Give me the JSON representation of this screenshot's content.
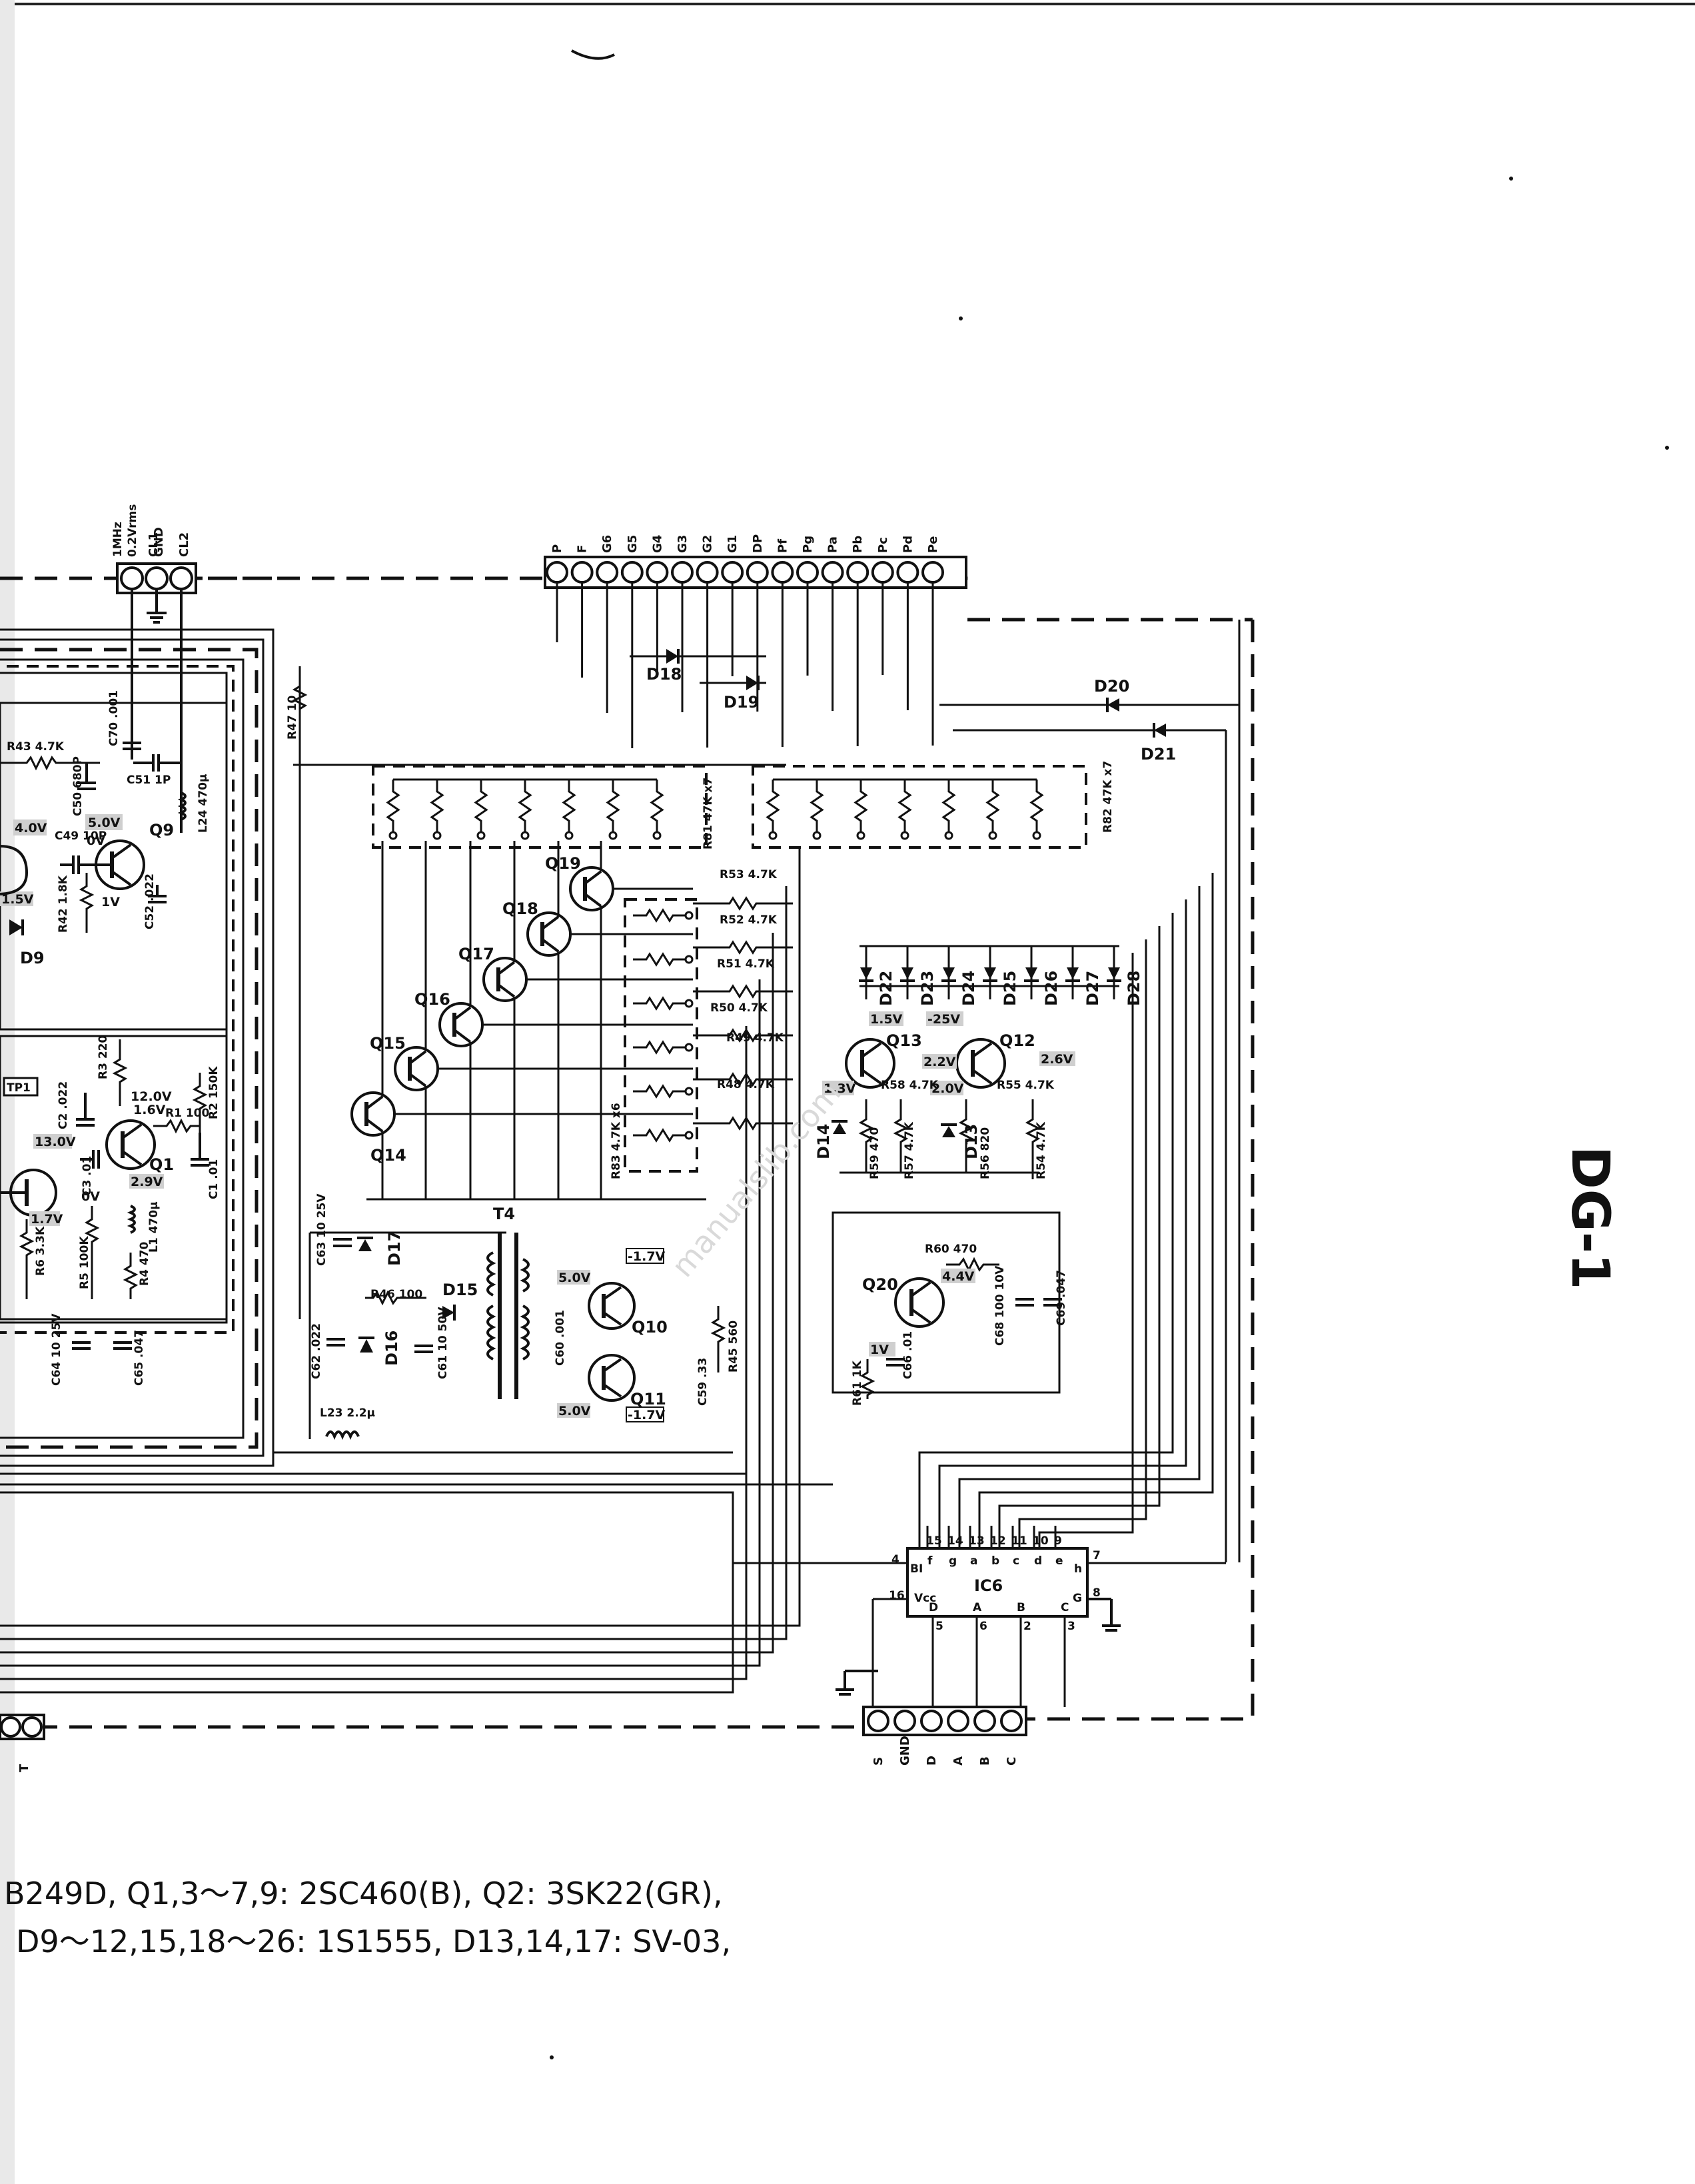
{
  "board_label": "DG-1",
  "top_connector": {
    "header": [
      "1MHz",
      "0.2Vrms"
    ],
    "pins": [
      "CL1",
      "GND",
      "CL2"
    ]
  },
  "display_connector": {
    "pins": [
      "P",
      "F",
      "G6",
      "G5",
      "G4",
      "G3",
      "G2",
      "G1",
      "DP",
      "Pf",
      "Pg",
      "Pa",
      "Pb",
      "Pc",
      "Pd",
      "Pe"
    ]
  },
  "bottom_connector": {
    "pins": [
      "S",
      "GND",
      "D",
      "A",
      "B",
      "C"
    ]
  },
  "left_connector": {
    "pins": [
      "T"
    ]
  },
  "ic": {
    "ref": "IC6",
    "top_pins": [
      "15",
      "14",
      "13",
      "12",
      "11",
      "10",
      "9"
    ],
    "top_labels": [
      "f",
      "g",
      "a",
      "b",
      "c",
      "d",
      "e"
    ],
    "bottom_pins": [
      "5",
      "6",
      "2",
      "3"
    ],
    "bottom_labels": [
      "D",
      "A",
      "B",
      "C"
    ],
    "side": {
      "bi_num": "4",
      "bi": "BI",
      "vcc_num": "16",
      "vcc": "Vcc",
      "h_num": "7",
      "h": "h",
      "g_num": "8",
      "g": "G"
    }
  },
  "transistors": [
    "Q9",
    "Q1",
    "Q14",
    "Q15",
    "Q16",
    "Q17",
    "Q18",
    "Q19",
    "Q13",
    "Q12",
    "Q20",
    "Q10",
    "Q11"
  ],
  "diodes": [
    "D9",
    "D18",
    "D19",
    "D20",
    "D21",
    "D22",
    "D23",
    "D24",
    "D25",
    "D26",
    "D27",
    "D28",
    "D14",
    "D13",
    "D17",
    "D15",
    "D16"
  ],
  "components": {
    "r43": "R43  4.7K",
    "c70": "C70 .001",
    "c51": "C51  1P",
    "c50": "C50 680P",
    "c49": "C49 10P",
    "r42": "R42 1.8K",
    "c52": "C52 .022",
    "l24": "L24 470µ",
    "r47": "R47 10",
    "r3": "R3 220",
    "c2": "C2 .022",
    "r1": "R1 100",
    "r2": "R2 150K",
    "c3": "C3 .01",
    "c1": "C1 .01",
    "r5": "R5 100K",
    "r6": "R6 3.3K",
    "l1": "L1 470µ",
    "r4": "R4 470",
    "c64": "C64 10 25V",
    "c65": "C65 .047",
    "r81": "R81 47K x7",
    "r82": "R82 47K x7",
    "r53": "R53  4.7K",
    "r52": "R52  4.7K",
    "r51": "R51  4.7K",
    "r50": "R50  4.7K",
    "r49": "R49 4.7K",
    "r48": "R48 4.7K",
    "r83": "R83 4.7K x6",
    "r58": "R58 4.7K",
    "r55": "R55 4.7K",
    "r59": "R59 470",
    "r57": "R57 4.7K",
    "r56": "R56 820",
    "r54": "R54 4.7K",
    "c63": "C63 10 25V",
    "c62": "C62 .022",
    "r46": "R46 100",
    "c61": "C61 10 50V",
    "t4": "T4",
    "c60": "C60 .001",
    "c59": "C59 .33",
    "r45": "R45 560",
    "l23": "L23  2.2µ",
    "r60": "R60  470",
    "c68": "C68 100 10V",
    "c69": "C69 .047",
    "r61": "R61 1K",
    "c66": "C66 .01"
  },
  "voltages": {
    "q9_b": "4.0V",
    "q9_c": "5.0V",
    "q9_e": "0V",
    "q9_x": "1V",
    "d9_v": "1.5V",
    "q1_c": "12.0V",
    "q1_b": "1.6V",
    "q1_e": "2.9V",
    "q2_a": "13.0V",
    "q2_b": "0V",
    "q2_c": "1.7V",
    "q13_c": "1.5V",
    "q13_b": "-25V",
    "q13_e": "2.2V",
    "q13_x": "1.3V",
    "q12_e": "2.6V",
    "q12_b": "2.0V",
    "q10_a": "5.0V",
    "q10_b": "-1.7V",
    "q11_a": "5.0V",
    "q11_b": "-1.7V",
    "q20_c": "4.4V",
    "q20_b": "1V"
  },
  "notes": [
    "B249D,   Q1,3～7,9: 2SC460(B),   Q2: 3SK22(GR),",
    "D9～12,15,18～26: 1S1555,   D13,14,17: SV-03,"
  ],
  "watermark": "manualslib.com"
}
